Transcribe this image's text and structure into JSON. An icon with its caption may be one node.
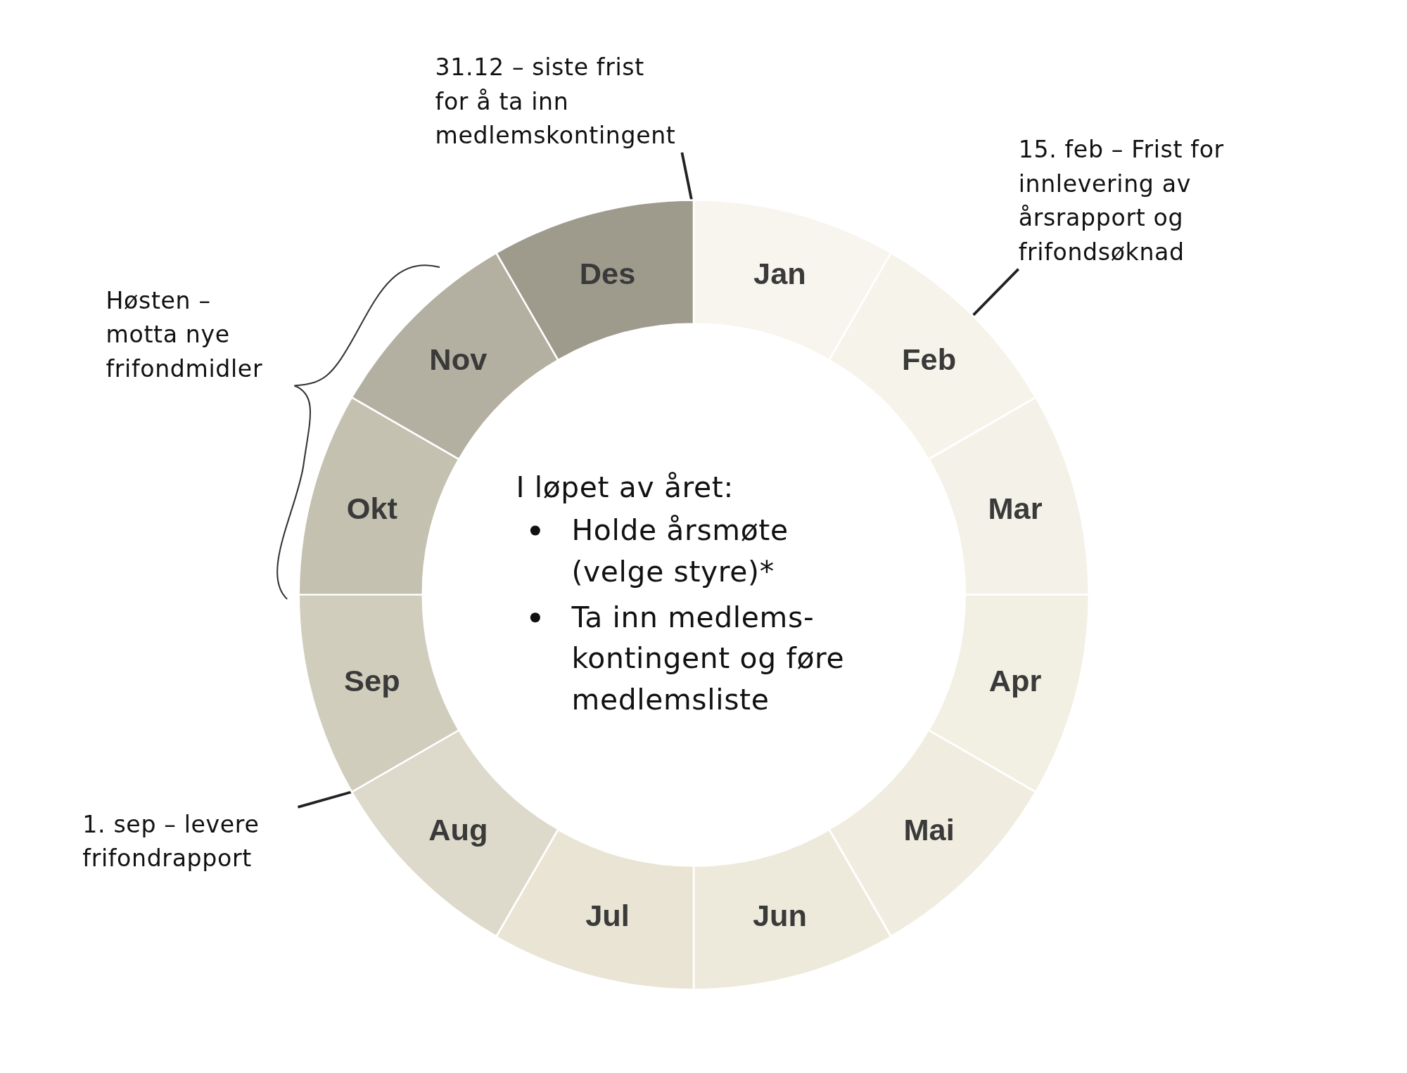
{
  "diagram": {
    "nodes": [
      {
        "text": [
          "31.12 – siste frist for å ta inn medlemskontingent"
        ]
      },
      {
        "text": [
          "15. feb – Frist for innlevering av årsrapport og frifondsøknad"
        ]
      },
      {
        "text": [
          "Jan"
        ]
      },
      {
        "text": [
          "Feb"
        ]
      },
      {
        "text": [
          "Mar"
        ]
      },
      {
        "text": [
          "Apr"
        ]
      },
      {
        "text": [
          "Mai"
        ]
      },
      {
        "text": [
          "Jun"
        ]
      },
      {
        "text": [
          "Jul"
        ]
      },
      {
        "text": [
          "Aug"
        ]
      },
      {
        "text": [
          "Sep"
        ]
      },
      {
        "text": [
          "Okt"
        ]
      },
      {
        "text": [
          "Nov"
        ]
      },
      {
        "text": [
          "Des"
        ]
      },
      {
        "text": [
          "1. sep – levere frifondrapport"
        ]
      }
    ],
    "edges": [
      {
        "from": 0,
        "to": 13,
        "arrow": "none"
      },
      {
        "from": 1,
        "to": 3,
        "arrow": "none"
      },
      {
        "from": 14,
        "to": 10,
        "arrow": "none"
      }
    ],
    "labels": [
      "Høsten – motta nye frifondmidler",
      "I løpet av året:",
      "Holde årsmøte (velge styre)*",
      "Ta inn medlems- kontingent og føre medlemsliste"
    ]
  }
}
